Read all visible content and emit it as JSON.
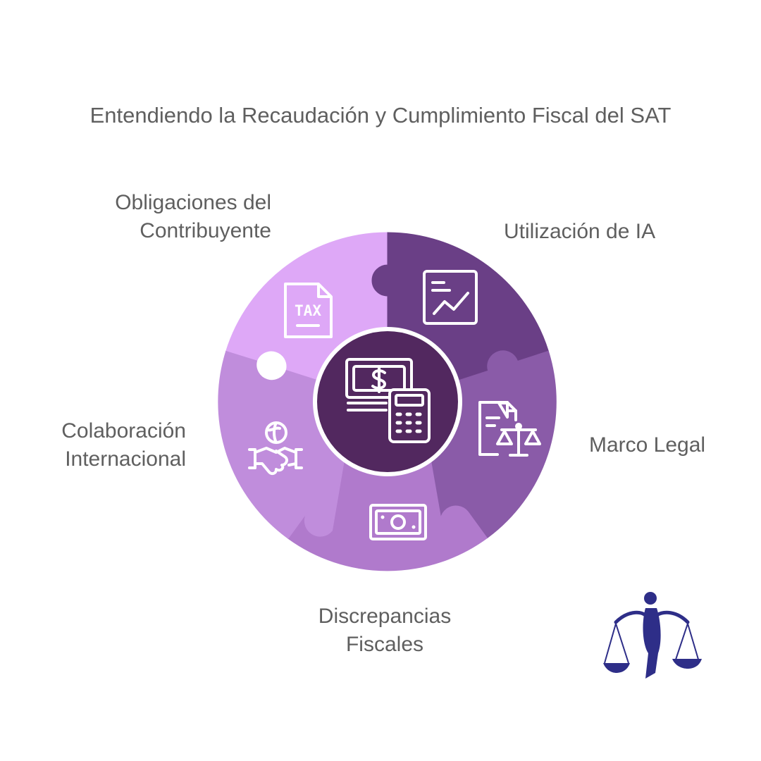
{
  "title": "Entendiendo la Recaudación y Cumplimiento Fiscal del SAT",
  "segments": [
    {
      "key": "obligaciones",
      "lines": [
        "Obligaciones del",
        "Contribuyente"
      ],
      "icon": "tax-document-icon",
      "icon_text": "TAX",
      "color": "#dea8f7"
    },
    {
      "key": "ia",
      "lines": [
        "Utilización de IA"
      ],
      "icon": "chart-trend-icon",
      "color": "#6a3f86"
    },
    {
      "key": "marco",
      "lines": [
        "Marco Legal"
      ],
      "icon": "legal-scale-icon",
      "color": "#8a5ba8"
    },
    {
      "key": "discrepancias",
      "lines": [
        "Discrepancias",
        "Fiscales"
      ],
      "icon": "banknote-icon",
      "color": "#b07acc"
    },
    {
      "key": "colaboracion",
      "lines": [
        "Colaboración",
        "Internacional"
      ],
      "icon": "handshake-globe-icon",
      "color": "#c08ddc"
    }
  ],
  "center": {
    "icon": "money-calculator-icon",
    "color": "#52285f"
  },
  "logo": {
    "icon": "scales-of-justice-logo-icon",
    "color": "#2e2e88"
  }
}
